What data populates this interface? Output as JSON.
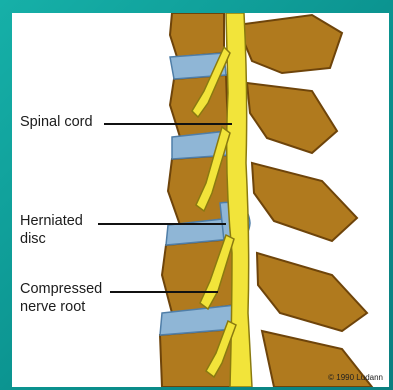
{
  "labels": {
    "spinal_cord": "Spinal cord",
    "herniated_disc_line1": "Herniated",
    "herniated_disc_line2": "disc",
    "compressed_nerve_line1": "Compressed",
    "compressed_nerve_line2": "nerve root"
  },
  "copyright": "© 1990 Ludann",
  "colors": {
    "background_teal": "#0e9e9a",
    "bone": "#b07a1e",
    "bone_dark": "#7a4f0c",
    "disc": "#8fb6d6",
    "spinal_cord": "#f2e43a",
    "herniation": "#c0392b"
  }
}
